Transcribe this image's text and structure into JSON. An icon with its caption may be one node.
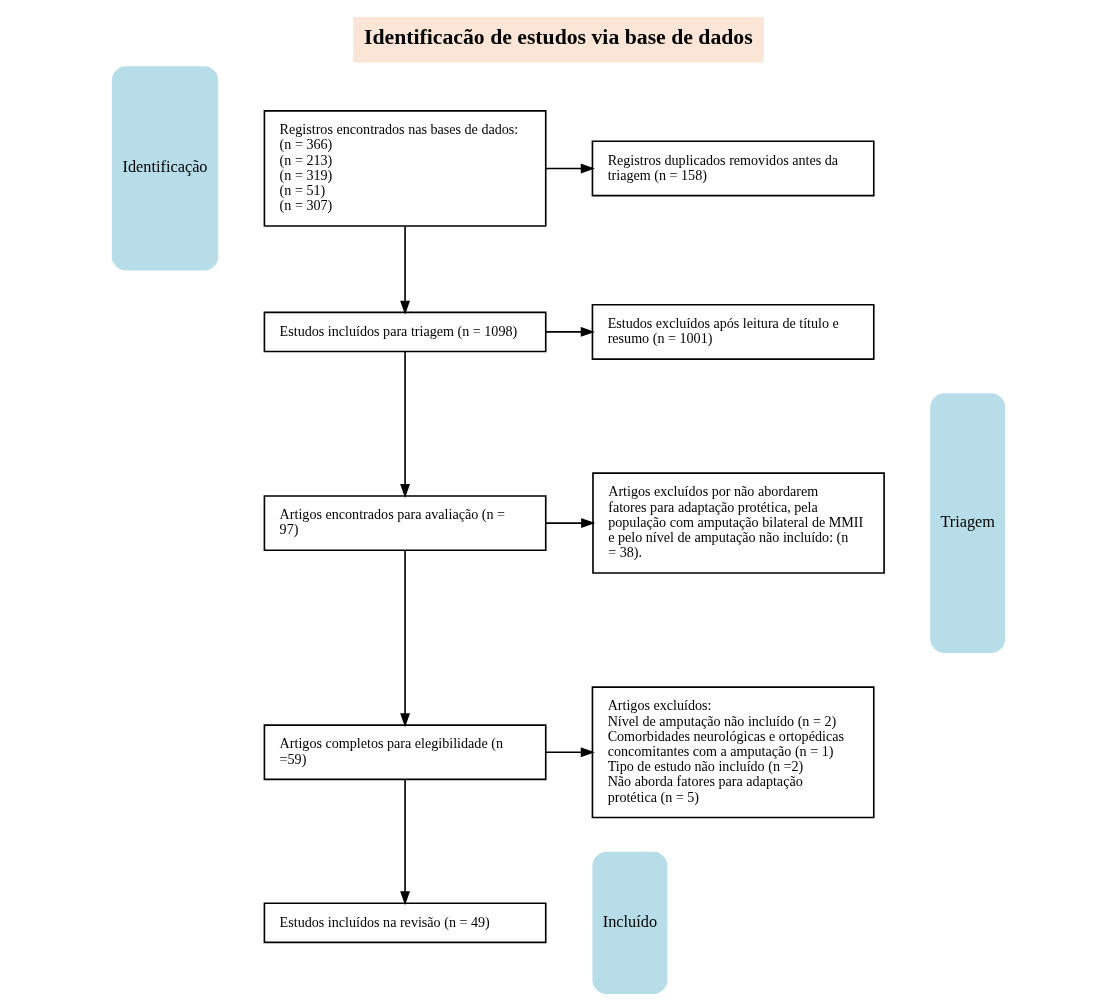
{
  "diagram": {
    "title": "Identificacão de estudos via base de dados",
    "nodes": [
      {
        "text": [
          "Identificação"
        ]
      },
      {
        "text": [
          "Registros encontrados nas bases de dados:",
          "(n = 366)",
          "(n = 213)",
          "(n = 319)",
          "(n = 51)",
          "(n = 307)"
        ]
      },
      {
        "text": [
          "Registros duplicados removidos antes da triagem (n = 158)"
        ]
      },
      {
        "text": [
          "Triagem"
        ]
      },
      {
        "text": [
          "Estudos incluídos para triagem (n = 1098)"
        ]
      },
      {
        "text": [
          "Estudos excluídos após leitura de título e resumo (n = 1001)"
        ]
      },
      {
        "text": [
          "Artigos encontrados para avaliação (n = 97)"
        ]
      },
      {
        "text": [
          "Artigos excluídos por não abordarem fatores para adaptação protética, pela população com amputação bilateral de MMII e pelo nível de amputação não incluído: (n = 38)."
        ]
      },
      {
        "text": [
          "Artigos completos para elegibilidade (n =59)"
        ]
      },
      {
        "text": [
          "Artigos excluídos:",
          "Nível de amputação não incluído (n = 2)",
          "Comorbidades neurológicas e ortopédicas concomitantes com a amputação (n = 1)",
          "Tipo de estudo não incluído (n =2)",
          "Não aborda fatores para adaptação protética (n = 5)"
        ]
      },
      {
        "text": [
          "Incluído"
        ]
      },
      {
        "text": [
          "Estudos incluídos na revisão (n = 49)"
        ]
      }
    ],
    "edges": [
      {
        "from": 1,
        "to": 2,
        "arrow": "to"
      },
      {
        "from": 1,
        "to": 4,
        "arrow": "to"
      },
      {
        "from": 4,
        "to": 5,
        "arrow": "to"
      },
      {
        "from": 4,
        "to": 6,
        "arrow": "to"
      },
      {
        "from": 6,
        "to": 7,
        "arrow": "to"
      },
      {
        "from": 6,
        "to": 8,
        "arrow": "to"
      },
      {
        "from": 8,
        "to": 9,
        "arrow": "to"
      },
      {
        "from": 8,
        "to": 11,
        "arrow": "to"
      }
    ]
  }
}
